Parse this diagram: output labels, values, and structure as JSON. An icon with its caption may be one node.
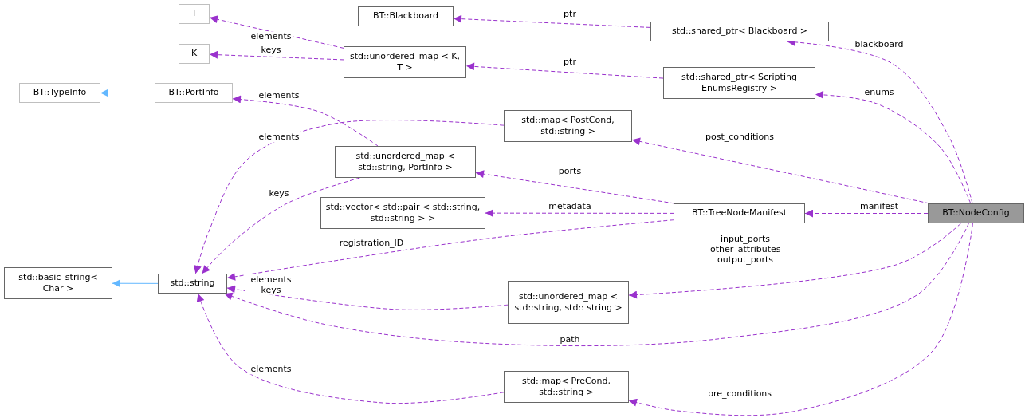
{
  "diagram": {
    "nodes": [
      {
        "text": [
          "BT::NodeConfig"
        ]
      },
      {
        "text": [
          "std::shared_ptr< Blackboard >"
        ]
      },
      {
        "text": [
          "BT::Blackboard"
        ]
      },
      {
        "text": [
          "std::unordered_map < K, T >"
        ]
      },
      {
        "text": [
          "T"
        ]
      },
      {
        "text": [
          "K"
        ]
      },
      {
        "text": [
          "std::shared_ptr< Scripting EnumsRegistry >"
        ]
      },
      {
        "text": [
          "std::map< PostCond, std::string >"
        ]
      },
      {
        "text": [
          "BT::TypeInfo"
        ]
      },
      {
        "text": [
          "BT::PortInfo"
        ]
      },
      {
        "text": [
          "std::unordered_map < std::string, PortInfo >"
        ]
      },
      {
        "text": [
          "std::vector< std::pair < std::string, std::string > >"
        ]
      },
      {
        "text": [
          "BT::TreeNodeManifest"
        ]
      },
      {
        "text": [
          "std::basic_string< Char >"
        ]
      },
      {
        "text": [
          "std::string"
        ]
      },
      {
        "text": [
          "std::unordered_map < std::string, std:: string >"
        ]
      },
      {
        "text": [
          "std::map< PreCond, std::string >"
        ]
      }
    ],
    "edges": [
      {
        "from": 1,
        "to": 2,
        "arrow": "to",
        "label": "ptr",
        "style": "dashed"
      },
      {
        "from": 3,
        "to": 4,
        "arrow": "to",
        "label": "elements",
        "style": "dashed"
      },
      {
        "from": 3,
        "to": 5,
        "arrow": "to",
        "label": "keys",
        "style": "dashed"
      },
      {
        "from": 6,
        "to": 3,
        "arrow": "to",
        "label": "ptr",
        "style": "dashed"
      },
      {
        "from": 0,
        "to": 1,
        "arrow": "to",
        "label": "blackboard",
        "style": "dashed"
      },
      {
        "from": 0,
        "to": 6,
        "arrow": "to",
        "label": "enums",
        "style": "dashed"
      },
      {
        "from": 9,
        "to": 8,
        "arrow": "to",
        "color": "#63b8ff"
      },
      {
        "from": 10,
        "to": 9,
        "arrow": "to",
        "label": "elements",
        "style": "dashed"
      },
      {
        "from": 7,
        "to": 14,
        "arrow": "to",
        "label": "elements",
        "style": "dashed"
      },
      {
        "from": 0,
        "to": 7,
        "arrow": "to",
        "label": "post_conditions",
        "style": "dashed"
      },
      {
        "from": 12,
        "to": 10,
        "arrow": "to",
        "label": "ports",
        "style": "dashed"
      },
      {
        "from": 10,
        "to": 14,
        "arrow": "to",
        "label": "keys",
        "style": "dashed"
      },
      {
        "from": 12,
        "to": 11,
        "arrow": "to",
        "label": "metadata",
        "style": "dashed"
      },
      {
        "from": 0,
        "to": 12,
        "arrow": "to",
        "label": "manifest",
        "style": "dashed"
      },
      {
        "from": 12,
        "to": 14,
        "arrow": "to",
        "label": "registration_ID",
        "style": "dashed"
      },
      {
        "from": 14,
        "to": 13,
        "arrow": "to",
        "color": "#63b8ff"
      },
      {
        "from": 0,
        "to": 15,
        "arrow": "to",
        "label": "input_ports other_attributes output_ports",
        "style": "dashed"
      },
      {
        "from": 15,
        "to": 14,
        "arrow": "to",
        "label": "elements keys",
        "style": "dashed"
      },
      {
        "from": 0,
        "to": 14,
        "arrow": "to",
        "label": "path",
        "style": "dashed"
      },
      {
        "from": 16,
        "to": 14,
        "arrow": "to",
        "label": "elements",
        "style": "dashed"
      },
      {
        "from": 0,
        "to": 16,
        "arrow": "to",
        "label": "pre_conditions",
        "style": "dashed"
      }
    ]
  }
}
